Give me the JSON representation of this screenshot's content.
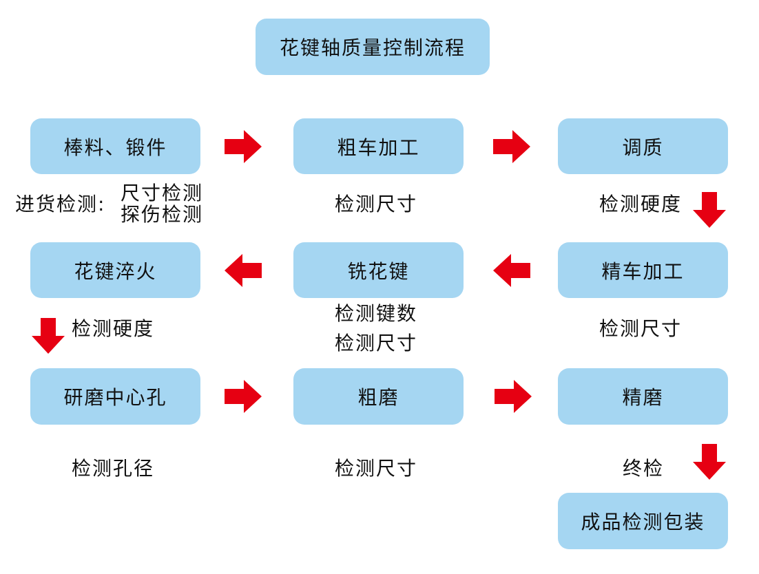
{
  "title": "花键轴质量控制流程",
  "steps": {
    "s1": "棒料、锻件",
    "s2": "粗车加工",
    "s3": "调质",
    "s4": "花键淬火",
    "s5": "铣花键",
    "s6": "精车加工",
    "s7": "研磨中心孔",
    "s8": "粗磨",
    "s9": "精磨",
    "s10": "成品检测包装"
  },
  "checks": {
    "c1_prefix": "进货检测:",
    "c1_line1": "尺寸检测",
    "c1_line2": "探伤检测",
    "c2": "检测尺寸",
    "c3": "检测硬度",
    "c4": "检测硬度",
    "c5_line1": "检测键数",
    "c5_line2": "检测尺寸",
    "c6": "检测尺寸",
    "c7": "检测孔径",
    "c8": "检测尺寸",
    "c9": "终检"
  },
  "colors": {
    "box": "#a5d6f2",
    "arrow": "#e60012"
  }
}
